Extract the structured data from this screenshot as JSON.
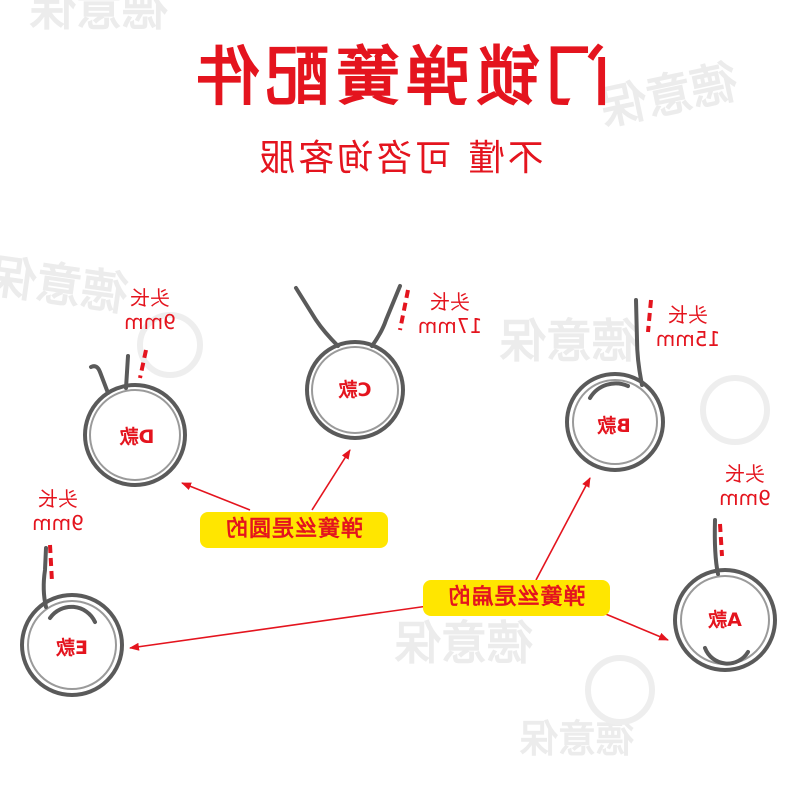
{
  "title": "门锁弹簧配件",
  "subtitle": "不懂 可咨询客服",
  "watermark": "德意保",
  "colors": {
    "accent": "#e4141e",
    "highlight": "#ffe600",
    "spring": "#5a5a5a"
  },
  "springs": [
    {
      "model": "D款",
      "head_label": "头长",
      "head_length": "9mm"
    },
    {
      "model": "C款",
      "head_label": "头长",
      "head_length": "17mm"
    },
    {
      "model": "B款",
      "head_label": "头长",
      "head_length": "15mm"
    },
    {
      "model": "E款",
      "head_label": "头长",
      "head_length": "9mm"
    },
    {
      "model": "A款",
      "head_label": "头长",
      "head_length": "9mm"
    }
  ],
  "callouts": [
    "弹簧丝是圆的",
    "弹簧丝是扁的"
  ]
}
